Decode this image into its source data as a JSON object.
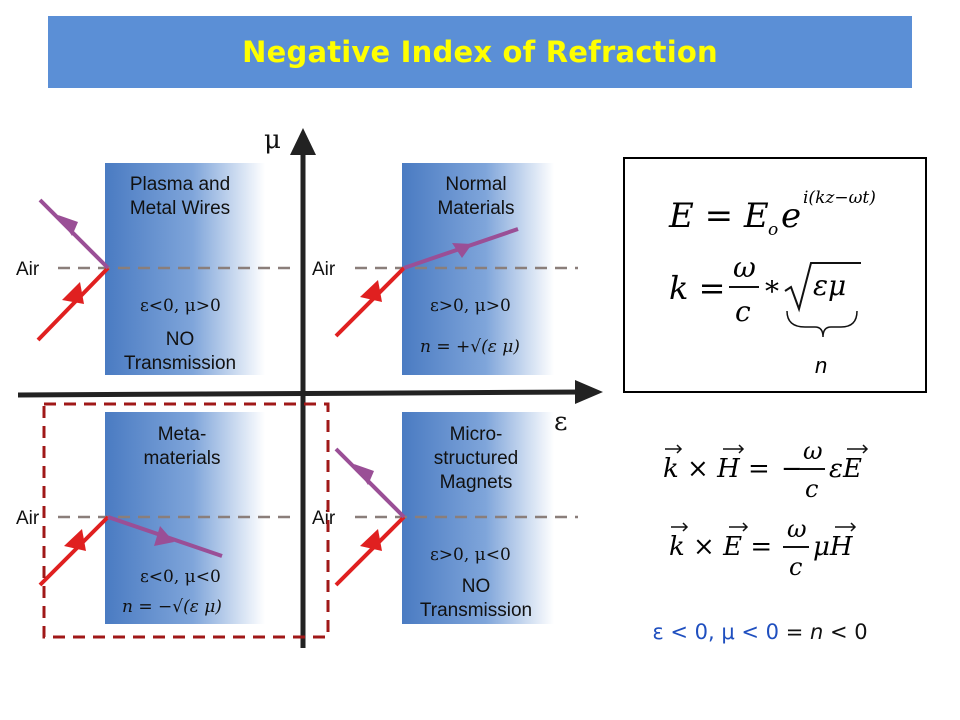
{
  "title": "Negative Index of Refraction",
  "axes": {
    "y_label": "μ",
    "x_label": "ε"
  },
  "air_label": "Air",
  "quadrants": {
    "top_left": {
      "label_line1": "Plasma and",
      "label_line2": "Metal Wires",
      "condition": "ε<0, μ>0",
      "note_line1": "NO",
      "note_line2": "Transmission"
    },
    "top_right": {
      "label_line1": "Normal",
      "label_line2": "Materials",
      "condition": "ε>0, μ>0",
      "n_formula": "n = +√(ε μ)"
    },
    "bottom_left": {
      "label_line1": "Meta-",
      "label_line2": "materials",
      "condition": "ε<0, μ<0",
      "n_formula": "n = −√(ε μ)"
    },
    "bottom_right": {
      "label_line1": "Micro-",
      "label_line2": "structured",
      "label_line3": "Magnets",
      "condition": "ε>0, μ<0",
      "note_line1": "NO",
      "note_line2": "Transmission"
    }
  },
  "formula_box": {
    "eq1_lhs": "E = E",
    "eq1_sub": "o",
    "eq1_base": "e",
    "eq1_exp": "i(kz−ωt)",
    "eq2_lhs": "k =",
    "eq2_num": "ω",
    "eq2_den": "c",
    "eq2_star": "*",
    "eq2_root": "εμ",
    "n_label": "n"
  },
  "maxwell": {
    "eq1": {
      "lhs": "k × H =",
      "sign": "−",
      "num": "ω",
      "den": "c",
      "rhs": "εE"
    },
    "eq2": {
      "lhs": "k × E =",
      "num": "ω",
      "den": "c",
      "rhs": "μH"
    }
  },
  "bottom_statement": {
    "eps_part": "ε < 0, μ < 0",
    "neg_part": "= n < 0",
    "n_var": "n",
    "equals": "=",
    "lt0": "< 0"
  },
  "colors": {
    "title_bg": "#5b8fd6",
    "title_text": "#ffff00",
    "incident_ray": "#e02020",
    "refracted_ray": "#9a4f96",
    "highlight_box": "#a01818",
    "slab_blue": "#4f7fc4"
  }
}
